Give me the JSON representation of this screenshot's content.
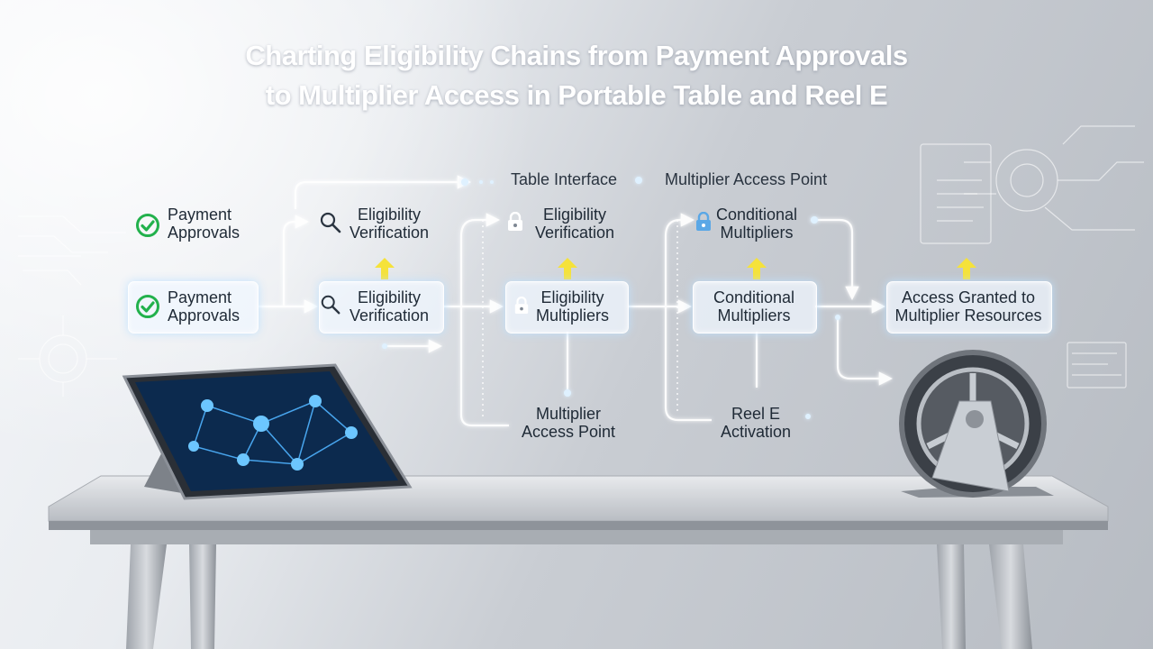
{
  "title": {
    "line1": "Charting Eligibility Chains from Payment Approvals",
    "line2": "to Multiplier Access in Portable Table and Reel E"
  },
  "top_labels": {
    "table_interface": "Table Interface",
    "multiplier_access_point": "Multiplier Access Point"
  },
  "upper_row": {
    "payment": [
      "Payment",
      "Approvals"
    ],
    "eligibility_verification": [
      "Eligibility",
      "Verification"
    ],
    "eligibility_verification_2": [
      "Eligibility",
      "Verification"
    ],
    "conditional_multipliers": [
      "Conditional",
      "Multipliers"
    ]
  },
  "main_row": {
    "payment": [
      "Payment",
      "Approvals"
    ],
    "eligibility_verification": [
      "Eligibility",
      "Verification"
    ],
    "eligibility_multipliers": [
      "Eligibility",
      "Multipliers"
    ],
    "conditional_multipliers": [
      "Conditional",
      "Multipliers"
    ],
    "access_granted": [
      "Access Granted to",
      "Multiplier Resources"
    ]
  },
  "lower_row": {
    "multiplier_access_point": [
      "Multiplier",
      "Access Point"
    ],
    "reel_activation": [
      "Reel E",
      "Activation"
    ]
  },
  "colors": {
    "accent_glow": "#bfe3ff",
    "arrow_yellow": "#f5e23a",
    "check_green": "#22b14c",
    "title_text": "#ffffff"
  },
  "icons": [
    "check-circle-icon",
    "magnifier-icon",
    "padlock-icon",
    "arrow-up-icon"
  ]
}
